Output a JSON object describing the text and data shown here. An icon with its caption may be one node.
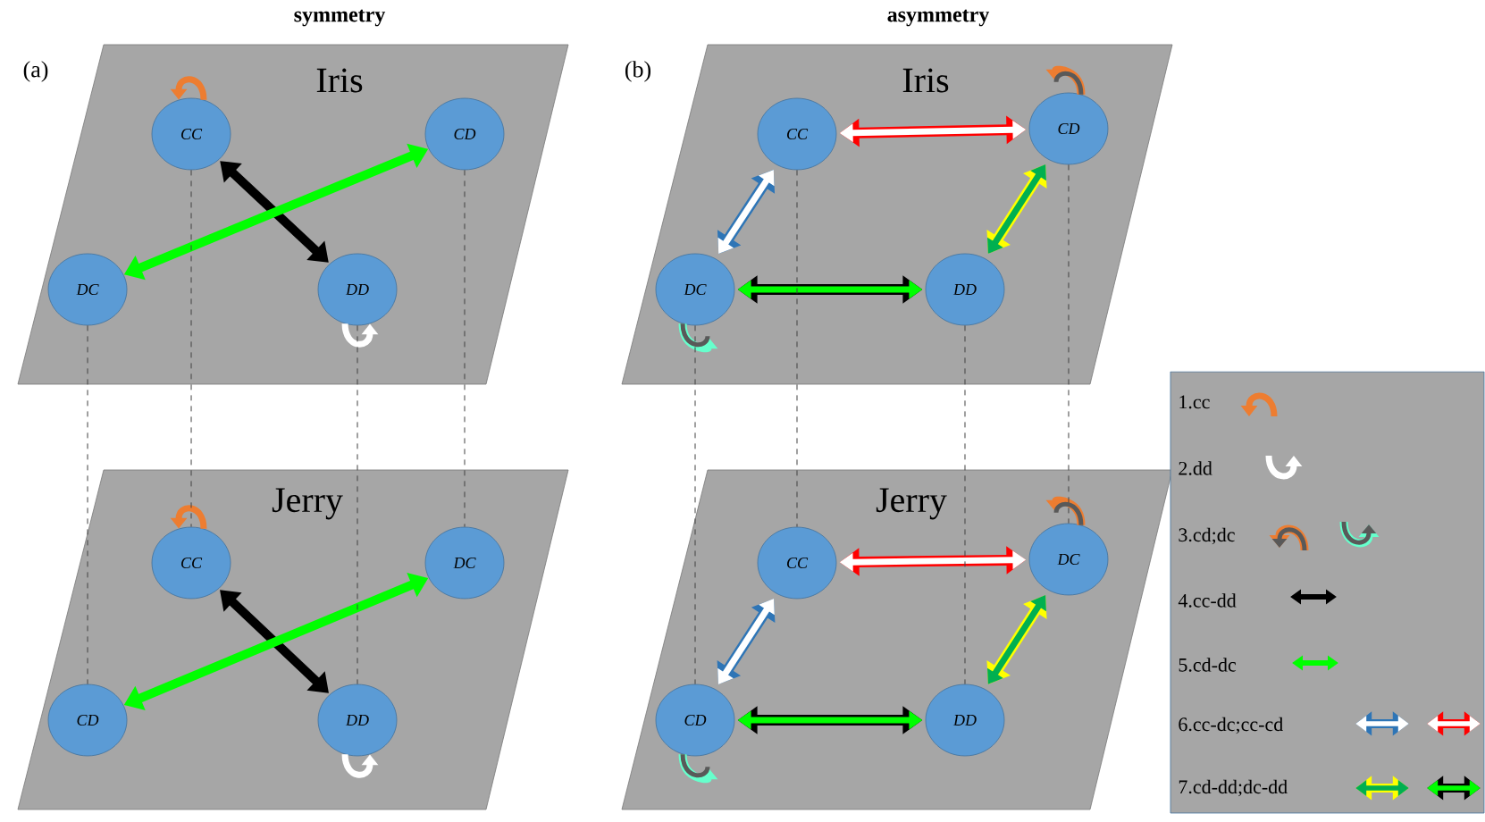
{
  "diagram": {
    "nodes": [
      {
        "text": [
          "Iris"
        ]
      },
      {
        "text": [
          "CC"
        ],
        "in": 0
      },
      {
        "text": [
          "CD"
        ],
        "in": 0
      },
      {
        "text": [
          "DC"
        ],
        "in": 0
      },
      {
        "text": [
          "DD"
        ],
        "in": 0
      },
      {
        "text": [
          "Jerry"
        ]
      },
      {
        "text": [
          "CC"
        ],
        "in": 5
      },
      {
        "text": [
          "DC"
        ],
        "in": 5
      },
      {
        "text": [
          "CD"
        ],
        "in": 5
      },
      {
        "text": [
          "DD"
        ],
        "in": 5
      },
      {
        "text": [
          "Iris"
        ]
      },
      {
        "text": [
          "CC"
        ],
        "in": 10
      },
      {
        "text": [
          "CD"
        ],
        "in": 10
      },
      {
        "text": [
          "DC"
        ],
        "in": 10
      },
      {
        "text": [
          "DD"
        ],
        "in": 10
      },
      {
        "text": [
          "Jerry"
        ]
      },
      {
        "text": [
          "CC"
        ],
        "in": 15
      },
      {
        "text": [
          "DC"
        ],
        "in": 15
      },
      {
        "text": [
          "CD"
        ],
        "in": 15
      },
      {
        "text": [
          "DD"
        ],
        "in": 15
      }
    ],
    "edges": [
      {
        "from": 1,
        "to": 1,
        "arrow": "to",
        "color": "#ed7d31"
      },
      {
        "from": 4,
        "to": 4,
        "arrow": "to",
        "color": "#ffffff"
      },
      {
        "from": 1,
        "to": 4,
        "arrow": "both",
        "color": "#000000"
      },
      {
        "from": 3,
        "to": 2,
        "arrow": "both",
        "color": "#00ff00"
      },
      {
        "from": 6,
        "to": 6,
        "arrow": "to",
        "color": "#ed7d31"
      },
      {
        "from": 9,
        "to": 9,
        "arrow": "to",
        "color": "#ffffff"
      },
      {
        "from": 6,
        "to": 9,
        "arrow": "both",
        "color": "#000000"
      },
      {
        "from": 8,
        "to": 7,
        "arrow": "both",
        "color": "#00ff00"
      },
      {
        "from": 12,
        "to": 12,
        "arrow": "to",
        "color": "#ed7d31"
      },
      {
        "from": 13,
        "to": 13,
        "arrow": "to",
        "color": "#66ffcc"
      },
      {
        "from": 11,
        "to": 12,
        "arrow": "both",
        "color": "#ffffff"
      },
      {
        "from": 11,
        "to": 13,
        "arrow": "both",
        "color": "#ffffff"
      },
      {
        "from": 13,
        "to": 14,
        "arrow": "both",
        "color": "#00ff00"
      },
      {
        "from": 14,
        "to": 12,
        "arrow": "both",
        "color": "#00b050"
      },
      {
        "from": 17,
        "to": 17,
        "arrow": "to",
        "color": "#ed7d31"
      },
      {
        "from": 18,
        "to": 18,
        "arrow": "to",
        "color": "#66ffcc"
      },
      {
        "from": 16,
        "to": 17,
        "arrow": "both",
        "color": "#ffffff"
      },
      {
        "from": 16,
        "to": 18,
        "arrow": "both",
        "color": "#ffffff"
      },
      {
        "from": 18,
        "to": 19,
        "arrow": "both",
        "color": "#00ff00"
      },
      {
        "from": 19,
        "to": 17,
        "arrow": "both",
        "color": "#00b050"
      },
      {
        "from": 3,
        "to": 8,
        "arrow": "none",
        "style": "dashed",
        "color": "#404040"
      },
      {
        "from": 1,
        "to": 6,
        "arrow": "none",
        "style": "dashed",
        "color": "#404040"
      },
      {
        "from": 4,
        "to": 9,
        "arrow": "none",
        "style": "dashed",
        "color": "#404040"
      },
      {
        "from": 2,
        "to": 7,
        "arrow": "none",
        "style": "dashed",
        "color": "#404040"
      },
      {
        "from": 13,
        "to": 18,
        "arrow": "none",
        "style": "dashed",
        "color": "#404040"
      },
      {
        "from": 11,
        "to": 16,
        "arrow": "none",
        "style": "dashed",
        "color": "#404040"
      },
      {
        "from": 14,
        "to": 19,
        "arrow": "none",
        "style": "dashed",
        "color": "#404040"
      },
      {
        "from": 12,
        "to": 17,
        "arrow": "none",
        "style": "dashed",
        "color": "#404040"
      }
    ],
    "labels": [
      "symmetry",
      "asymmetry",
      "(a)",
      "(b)"
    ],
    "legend": [
      {
        "text": "1.cc"
      },
      {
        "text": "2.dd"
      },
      {
        "text": "3.cd;dc"
      },
      {
        "text": "4.cc-dd"
      },
      {
        "text": "5.cd-dc"
      },
      {
        "text": "6.cc-dc;cc-cd"
      },
      {
        "text": "7.cd-dd;dc-dd"
      }
    ]
  }
}
